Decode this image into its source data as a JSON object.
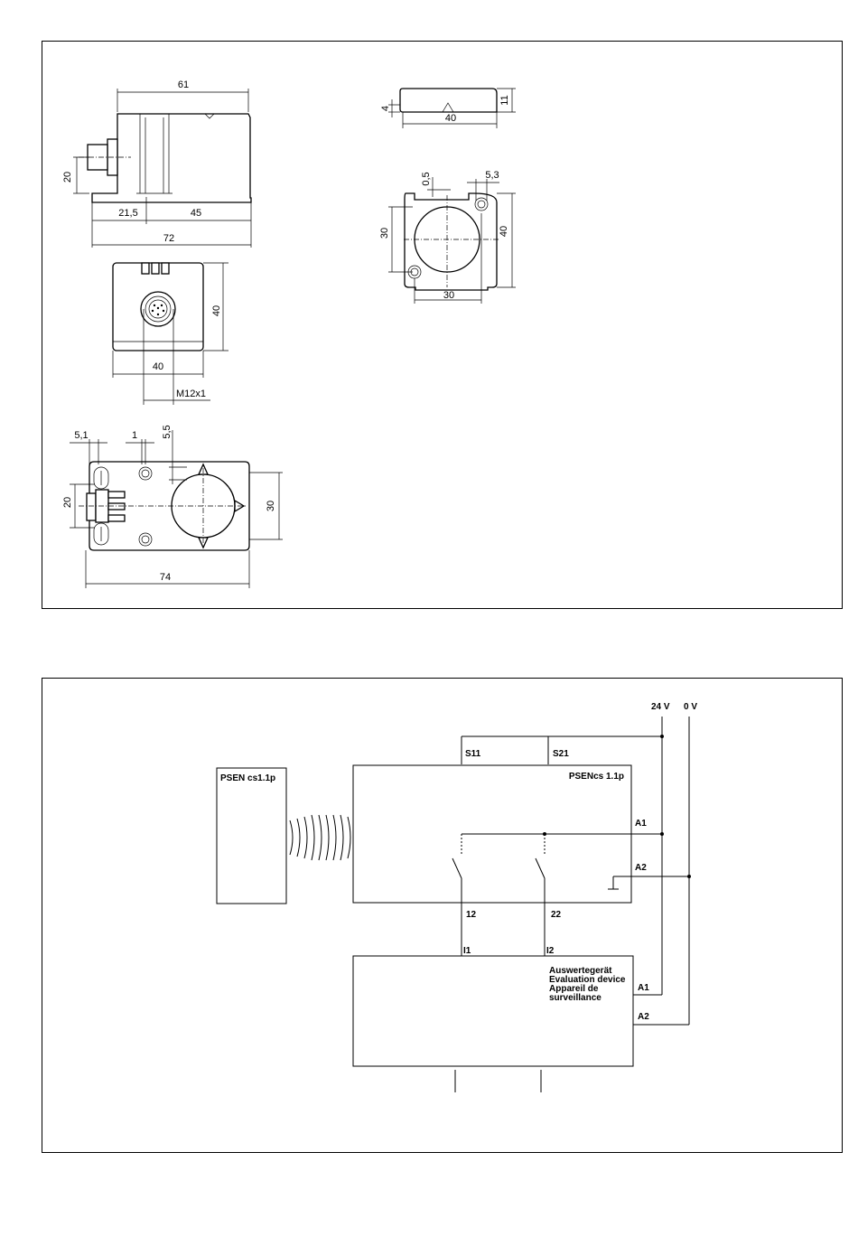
{
  "dimensions": {
    "side_view": {
      "width": "61",
      "height": "20",
      "offset": "21,5",
      "body_length": "45",
      "total": "72"
    },
    "front_view": {
      "height": "40",
      "width": "40",
      "thread": "M12x1"
    },
    "top_view": {
      "hole_offset": "5,1",
      "gap": "1",
      "hole_dia": "5,5",
      "height_left": "20",
      "height_right": "30",
      "total": "74"
    },
    "actuator_side": {
      "thickness": "4",
      "height": "11",
      "width": "40"
    },
    "actuator_front": {
      "gap": "0,5",
      "hole": "5,3",
      "height_left": "30",
      "height_right": "40",
      "width": "30"
    }
  },
  "wiring": {
    "supply_24v": "24 V",
    "supply_0v": "0 V",
    "actuator_label": "PSEN cs1.1p",
    "sensor_label": "PSENcs 1.1p",
    "terminal_s11": "S11",
    "terminal_s21": "S21",
    "terminal_a1": "A1",
    "terminal_a2": "A2",
    "output_12": "12",
    "output_22": "22",
    "input_i1": "I1",
    "input_i2": "I2",
    "eval_line1": "Auswertegerät",
    "eval_line2": "Evaluation device",
    "eval_line3": "Appareil de",
    "eval_line4": "surveillance",
    "eval_a1": "A1",
    "eval_a2": "A2"
  }
}
